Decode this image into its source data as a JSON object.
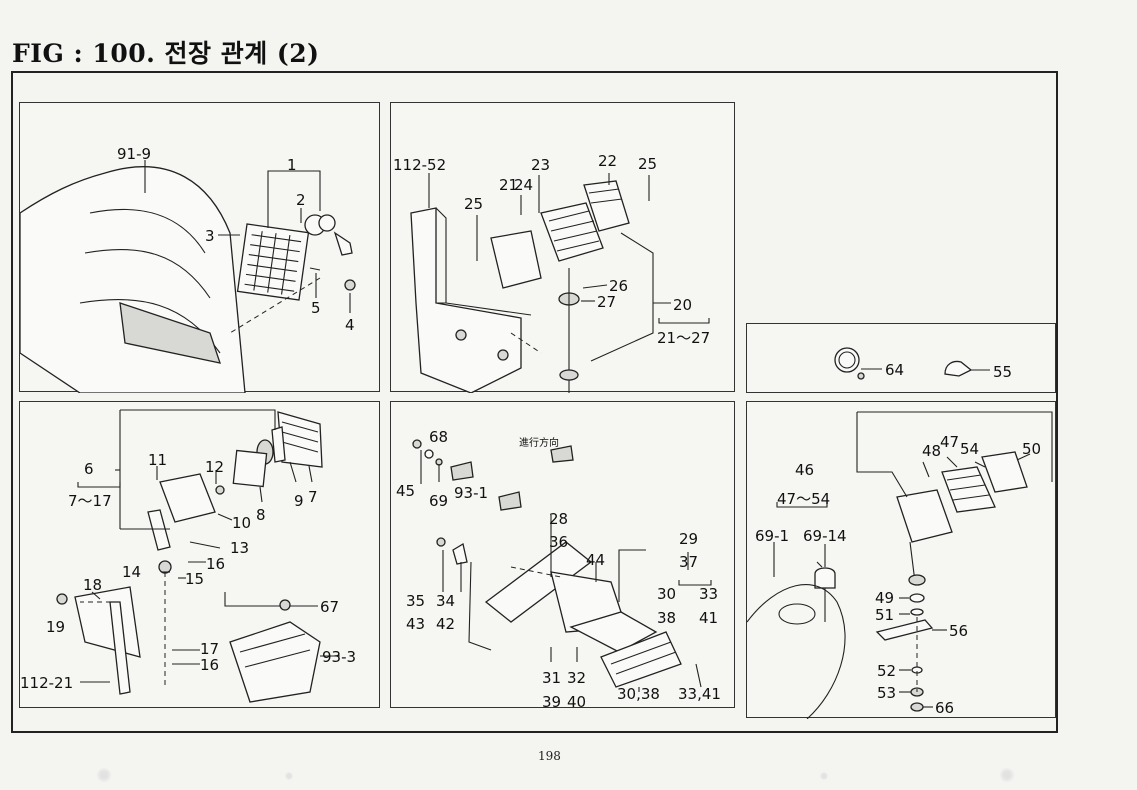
{
  "page": {
    "title": "FIG : 100.  전장 관계 (2)",
    "page_number": "198"
  },
  "panels": {
    "headlamp": {
      "labels": [
        "91-9",
        "1",
        "2",
        "3",
        "5",
        "4"
      ]
    },
    "work_lamp": {
      "labels": [
        "112-52",
        "23",
        "22",
        "25",
        "21",
        "24",
        "25",
        "26",
        "27",
        "20",
        "21～27"
      ]
    },
    "clips": {
      "labels": [
        "64",
        "55"
      ]
    },
    "side_lamp": {
      "labels": [
        "6",
        "7～17",
        "11",
        "12",
        "9",
        "7",
        "8",
        "10",
        "13",
        "16",
        "14",
        "15",
        "18",
        "19",
        "67",
        "17",
        "16",
        "93-3",
        "112-21"
      ]
    },
    "rear_lamp": {
      "labels": [
        "68",
        "進行方向",
        "45",
        "69",
        "93-1",
        "28",
        "36",
        "29",
        "37",
        "44",
        "35",
        "43",
        "34",
        "42",
        "30",
        "33",
        "38",
        "41",
        "31",
        "39",
        "32",
        "40",
        "30,38",
        "33,41"
      ]
    },
    "flasher": {
      "labels": [
        "46",
        "47～54",
        "48",
        "47",
        "54",
        "50",
        "69-1",
        "69-14",
        "49",
        "51",
        "56",
        "52",
        "53",
        "66"
      ]
    }
  }
}
